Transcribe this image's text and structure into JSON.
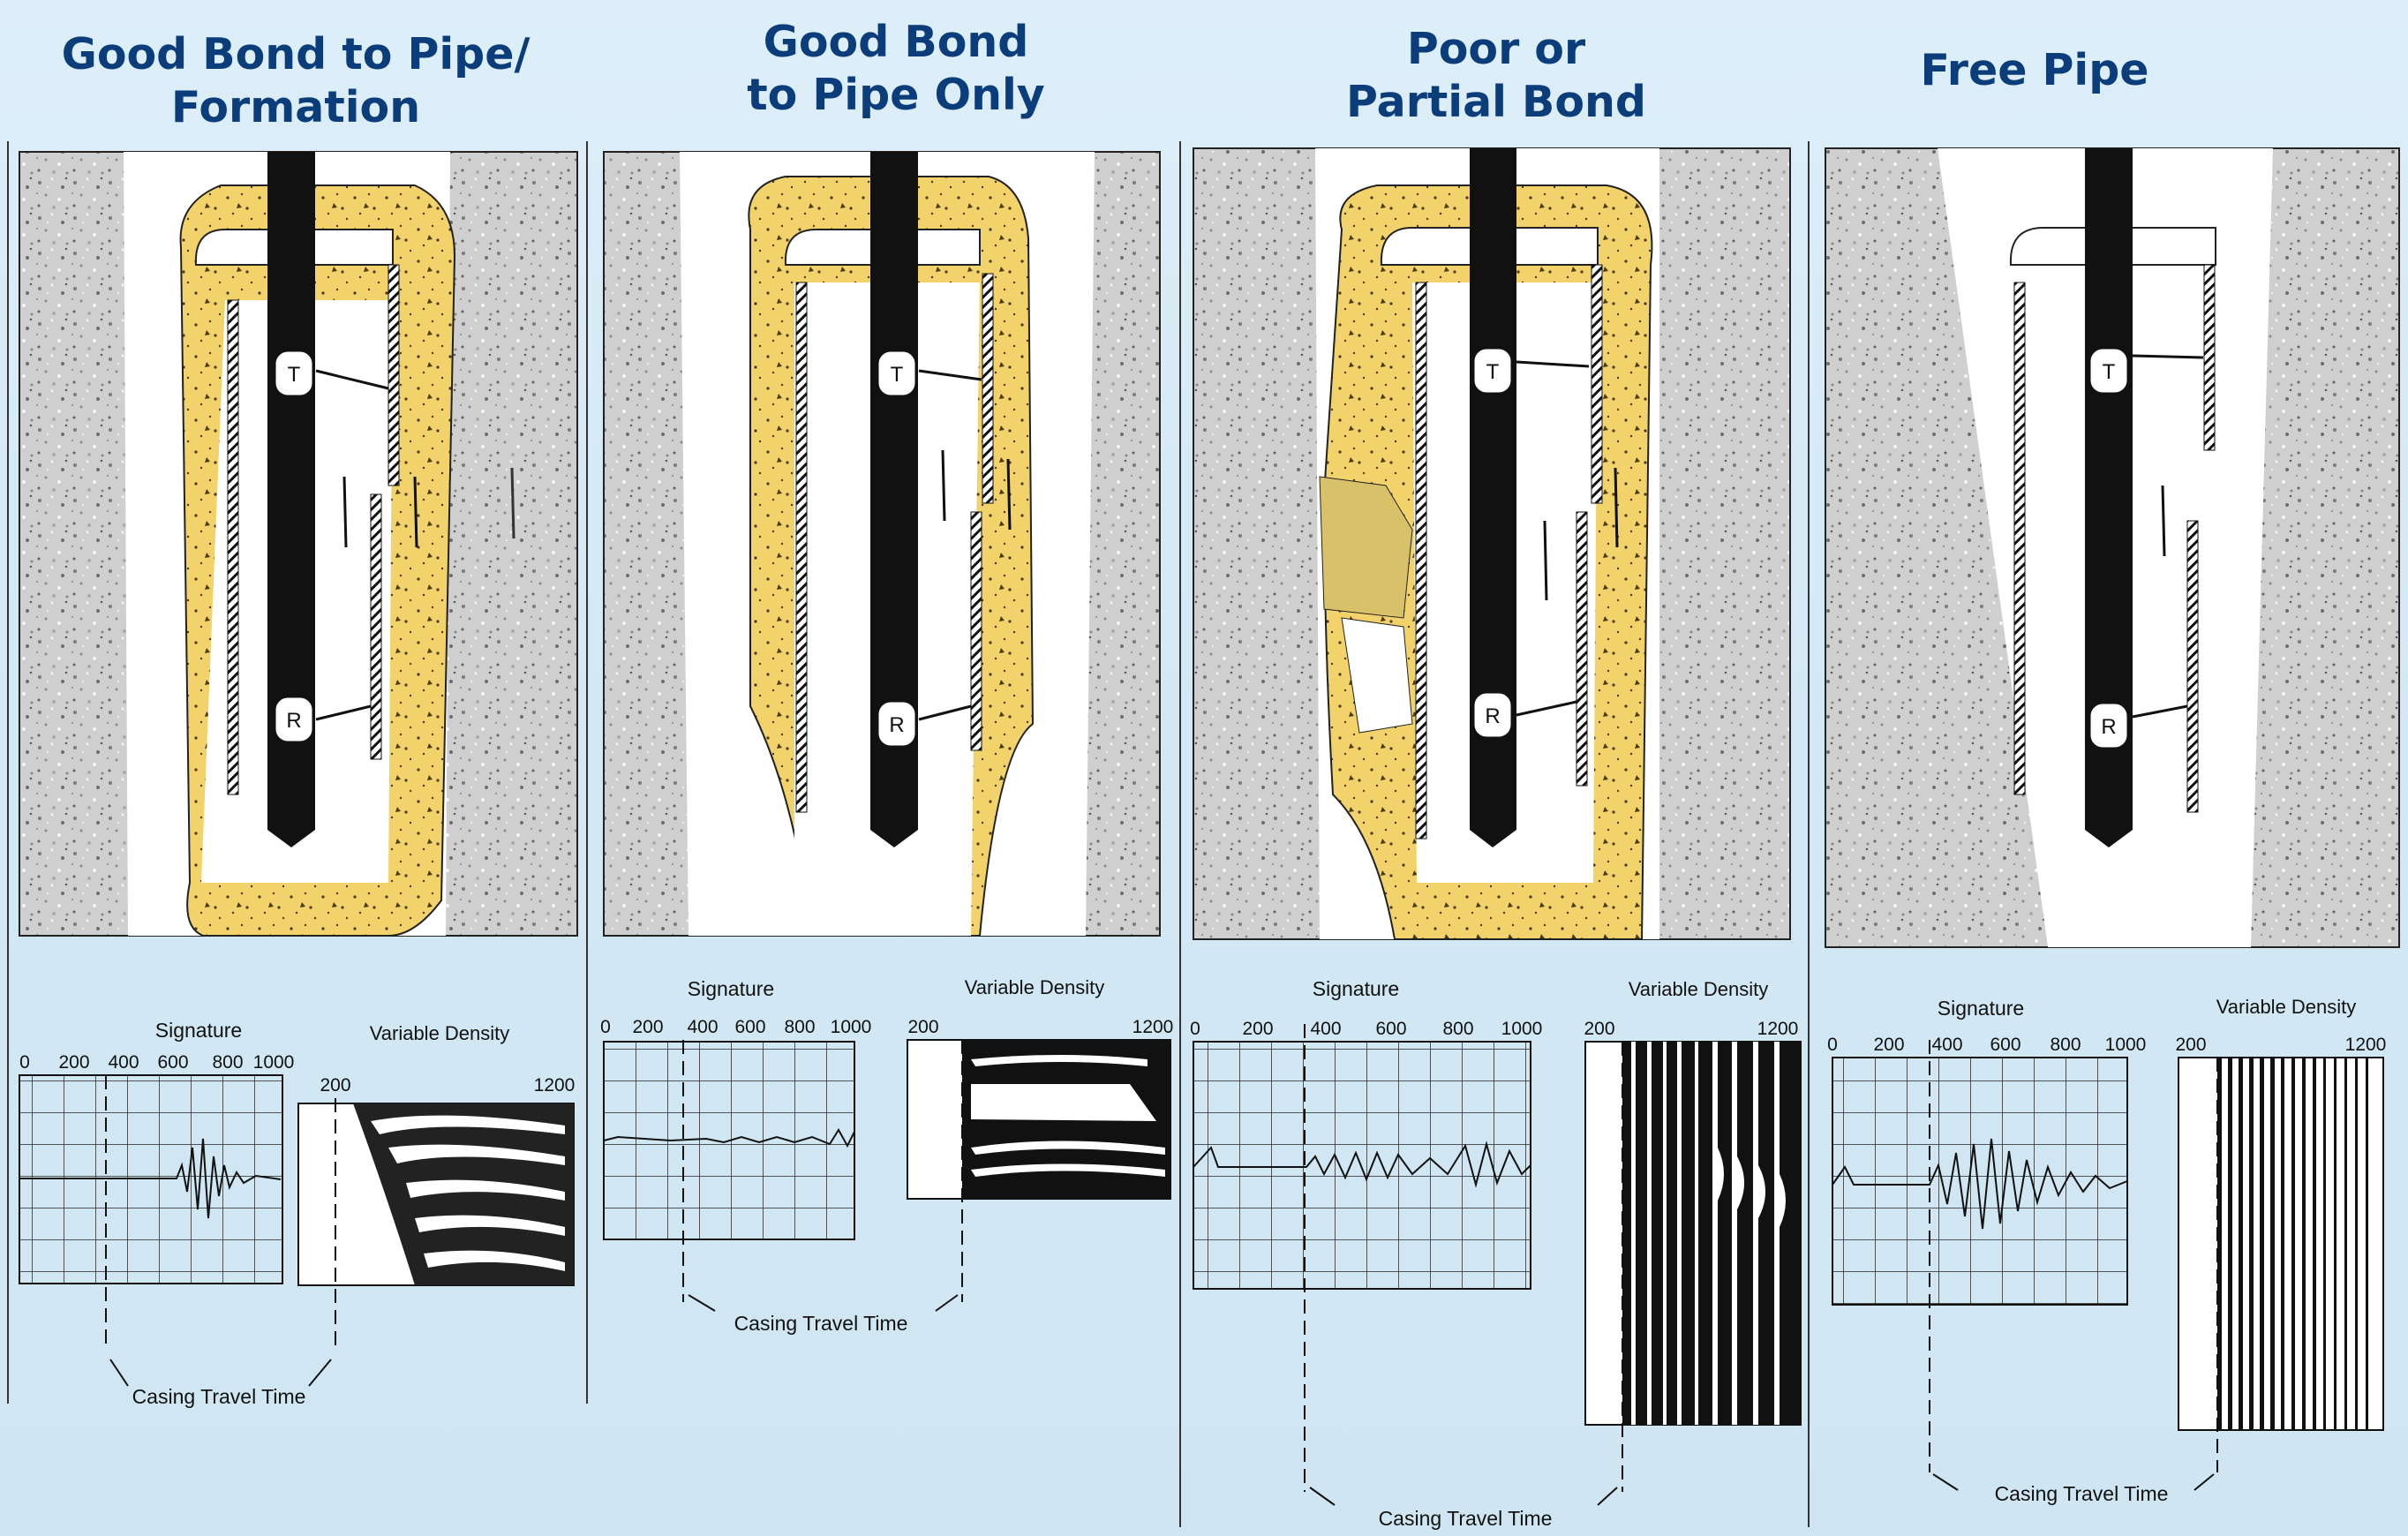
{
  "columns": [
    {
      "title_lines": [
        "Good Bond to Pipe/",
        "Formation"
      ],
      "bond": "good-pipe-formation"
    },
    {
      "title_lines": [
        "Good Bond",
        "to Pipe Only"
      ],
      "bond": "good-pipe-only"
    },
    {
      "title_lines": [
        "Poor or",
        "Partial Bond"
      ],
      "bond": "partial"
    },
    {
      "title_lines": [
        "Free Pipe"
      ],
      "bond": "free"
    }
  ],
  "tool_labels": {
    "transmitter": "T",
    "receiver": "R"
  },
  "signature": {
    "title": "Signature",
    "ticks": [
      "0",
      "200",
      "400",
      "600",
      "800",
      "1000"
    ]
  },
  "vdl": {
    "title": "Variable Density",
    "tick_start": "200",
    "tick_end": "1200"
  },
  "casing_travel_time_label": "Casing Travel Time",
  "colors": {
    "title": "#0b3d7a",
    "cement": "#f2d26a",
    "formation": "#c9c9c9",
    "tool": "#111111",
    "background": "#d6ebf6"
  }
}
